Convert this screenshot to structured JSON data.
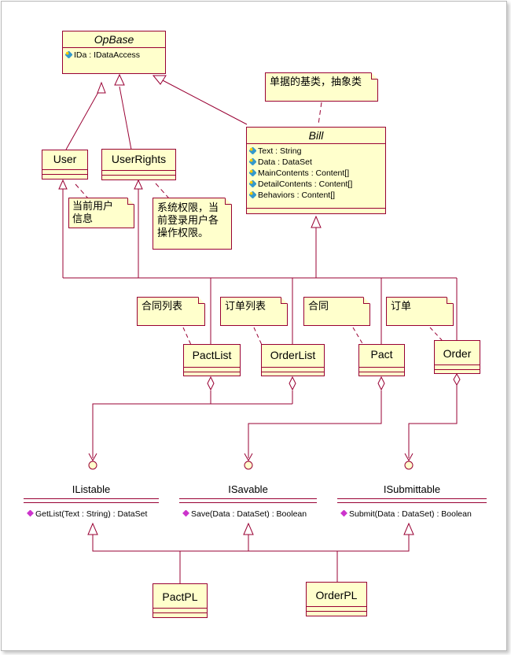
{
  "classes": {
    "opbase": {
      "name": "OpBase",
      "attrs": [
        "IDa : IDataAccess"
      ]
    },
    "bill": {
      "name": "Bill",
      "attrs": [
        "Text : String",
        "Data : DataSet",
        "MainContents : Content[]",
        "DetailContents : Content[]",
        "Behaviors : Content[]"
      ]
    },
    "user": {
      "name": "User"
    },
    "userrights": {
      "name": "UserRights"
    },
    "pactlist": {
      "name": "PactList"
    },
    "orderlist": {
      "name": "OrderList"
    },
    "pact": {
      "name": "Pact"
    },
    "order": {
      "name": "Order"
    },
    "pactpl": {
      "name": "PactPL"
    },
    "orderpl": {
      "name": "OrderPL"
    }
  },
  "notes": {
    "bill_note": "单据的基类，抽象类",
    "user_note": "当前用户信息",
    "rights_note": "系统权限，当前登录用户各操作权限。",
    "pactlist_note": "合同列表",
    "orderlist_note": "订单列表",
    "pact_note": "合同",
    "order_note": "订单"
  },
  "interfaces": {
    "ilistable": {
      "name": "IListable",
      "op": "GetList(Text : String) : DataSet"
    },
    "isavable": {
      "name": "ISavable",
      "op": "Save(Data : DataSet) : Boolean"
    },
    "isubmittable": {
      "name": "ISubmittable",
      "op": "Submit(Data : DataSet) : Boolean"
    }
  },
  "colors": {
    "line": "#990033",
    "fill": "#ffffcc",
    "attr_icon": "#3399cc",
    "op_icon": "#cc33cc"
  }
}
